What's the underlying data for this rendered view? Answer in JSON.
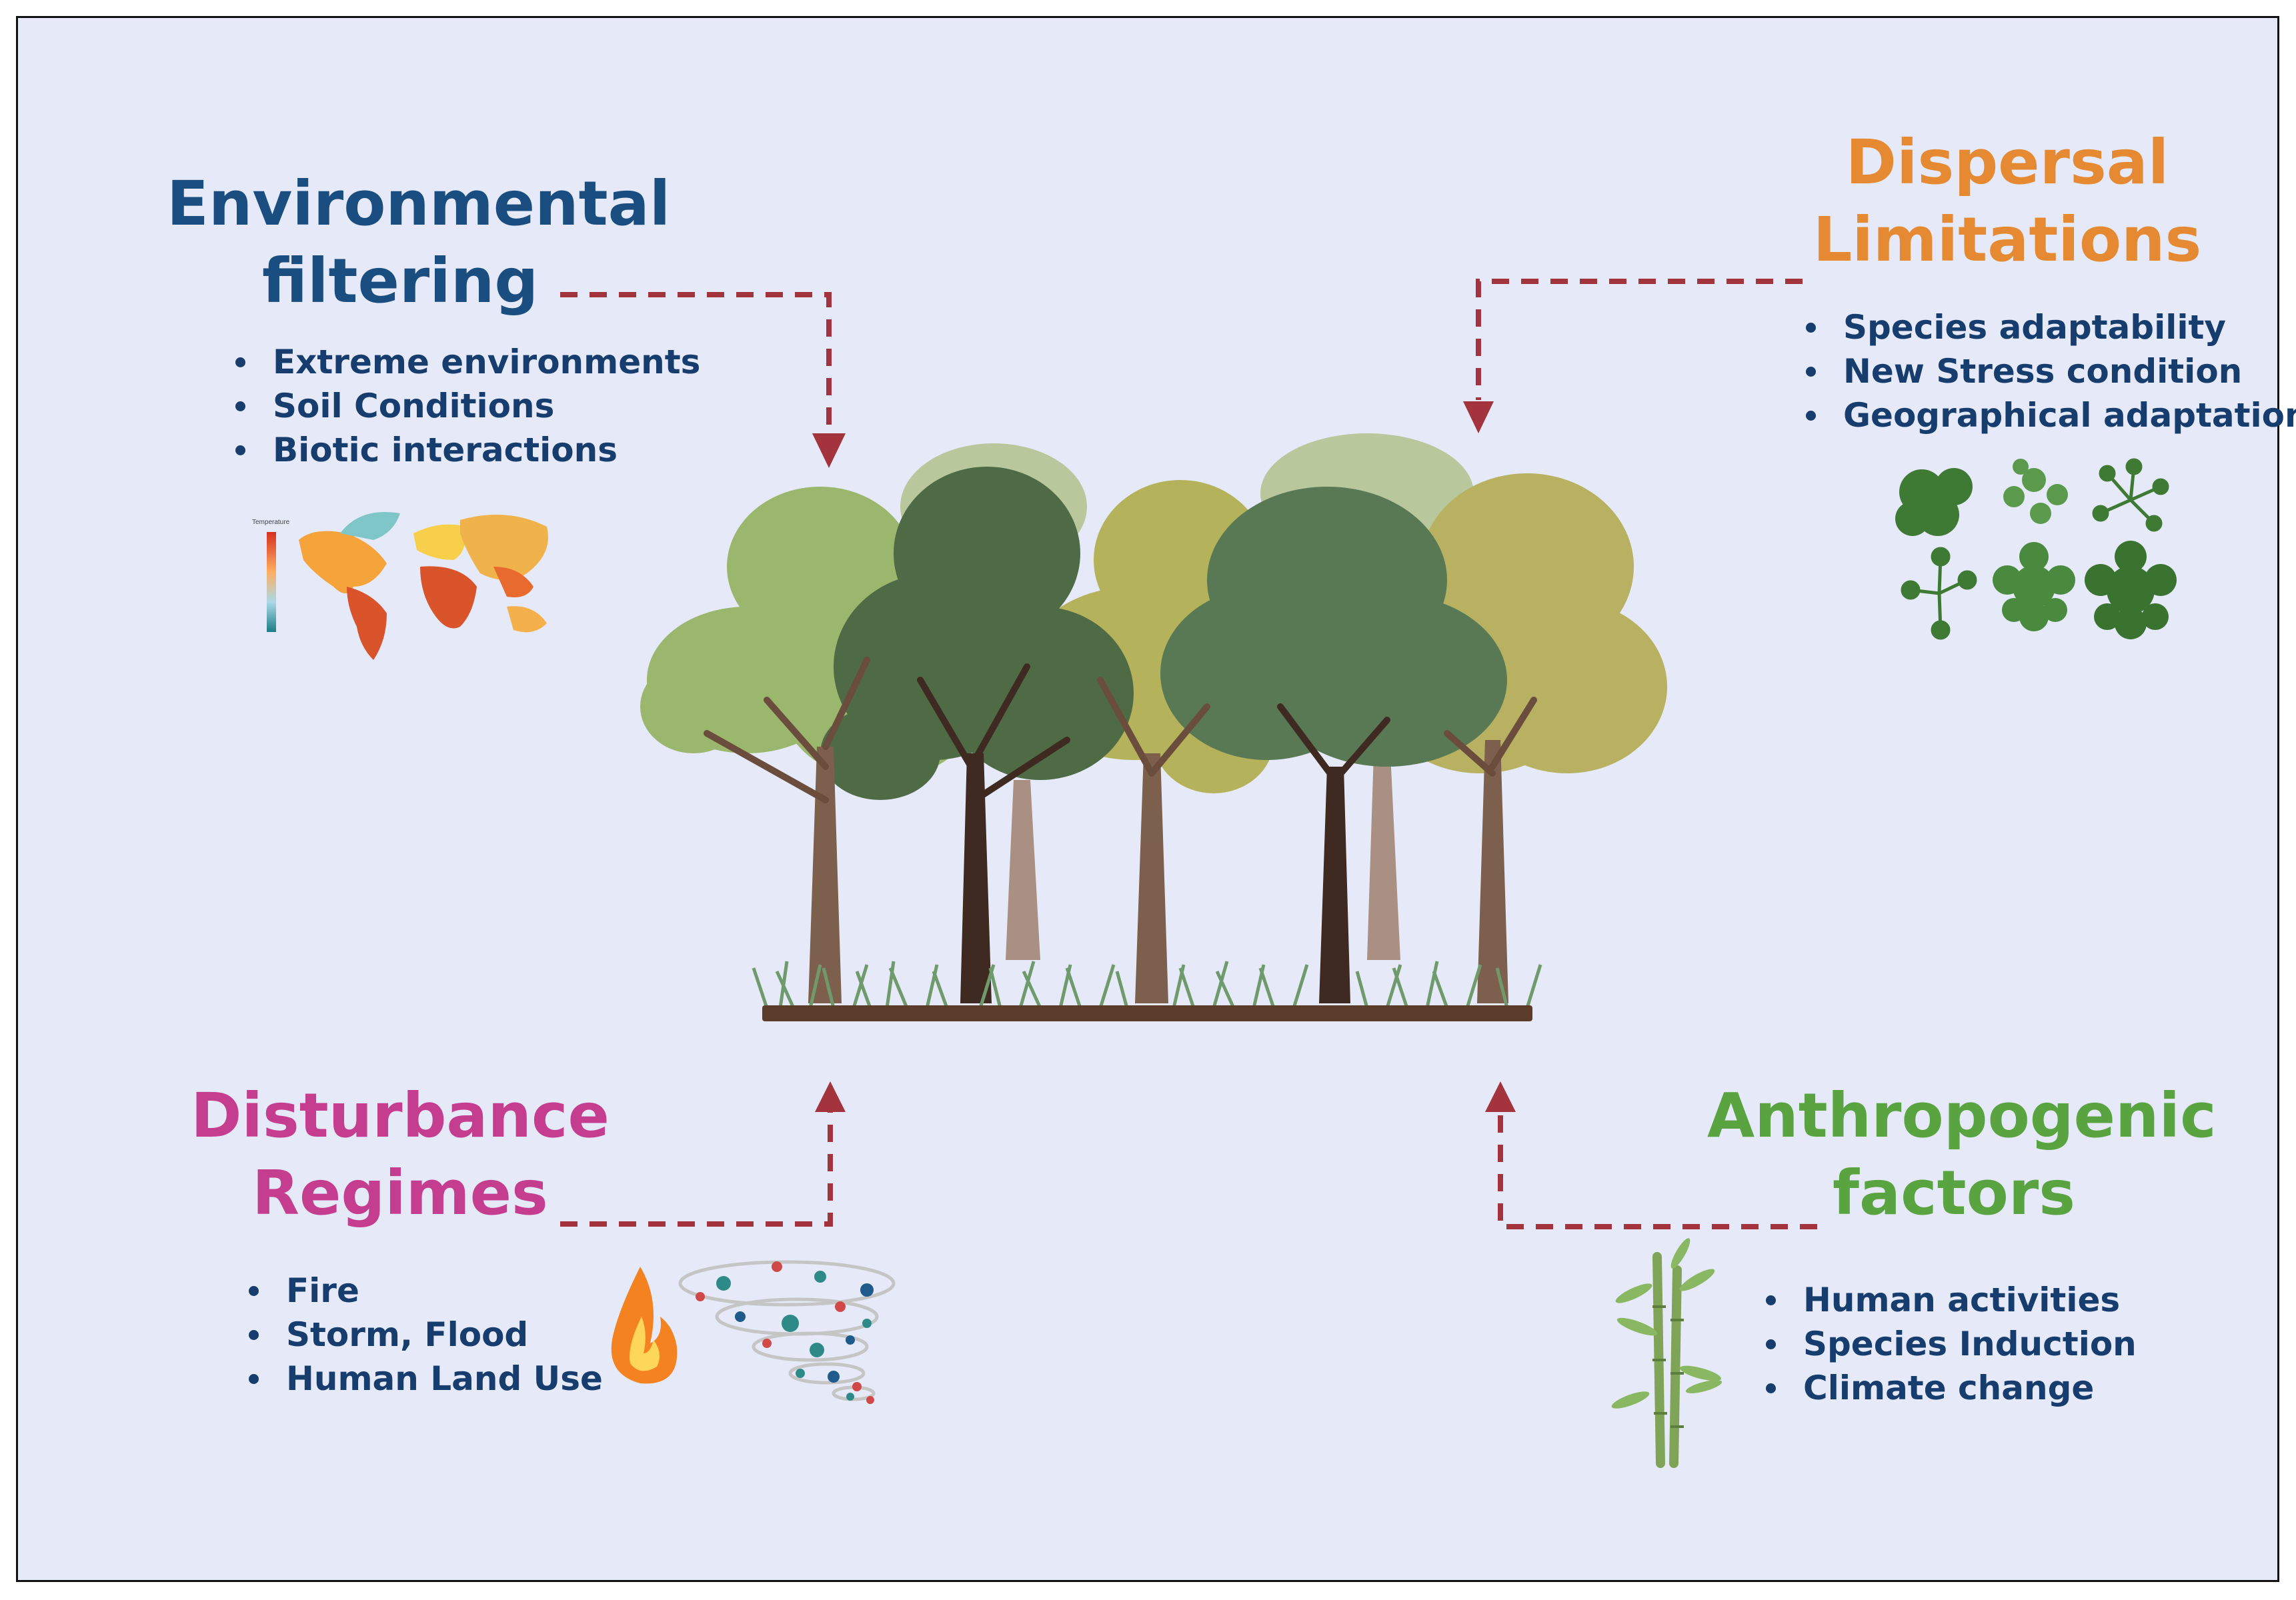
{
  "colors": {
    "background": "#e6eaf8",
    "arrow": "#a3333d",
    "environmental": "#1a4d80",
    "dispersal": "#e58a32",
    "disturbance": "#c43d8f",
    "anthropogenic": "#5aa341",
    "bullet_text": "#163d6e"
  },
  "environmental": {
    "title_lines": [
      "Environmental",
      "filtering"
    ],
    "items": [
      "Extreme environments",
      "Soil Conditions",
      "Biotic interactions"
    ],
    "map_label": "Temperature",
    "icon": "world-temperature-map-icon"
  },
  "dispersal": {
    "title_lines": [
      "Dispersal",
      "Limitations"
    ],
    "items": [
      "Species adaptability",
      "New Stress condition",
      "Geographical adaptation"
    ],
    "icon": "seedlings-icon"
  },
  "disturbance": {
    "title_lines": [
      "Disturbance",
      "Regimes"
    ],
    "items": [
      "Fire",
      "Storm, Flood",
      "Human Land Use"
    ],
    "icons": [
      "fire-icon",
      "tornado-icon"
    ]
  },
  "anthropogenic": {
    "title_lines": [
      "Anthropogenic",
      "factors"
    ],
    "items": [
      "Human activities",
      "Species Induction",
      "Climate change"
    ],
    "icon": "bamboo-icon"
  },
  "center": {
    "icon": "forest-trees-icon"
  }
}
